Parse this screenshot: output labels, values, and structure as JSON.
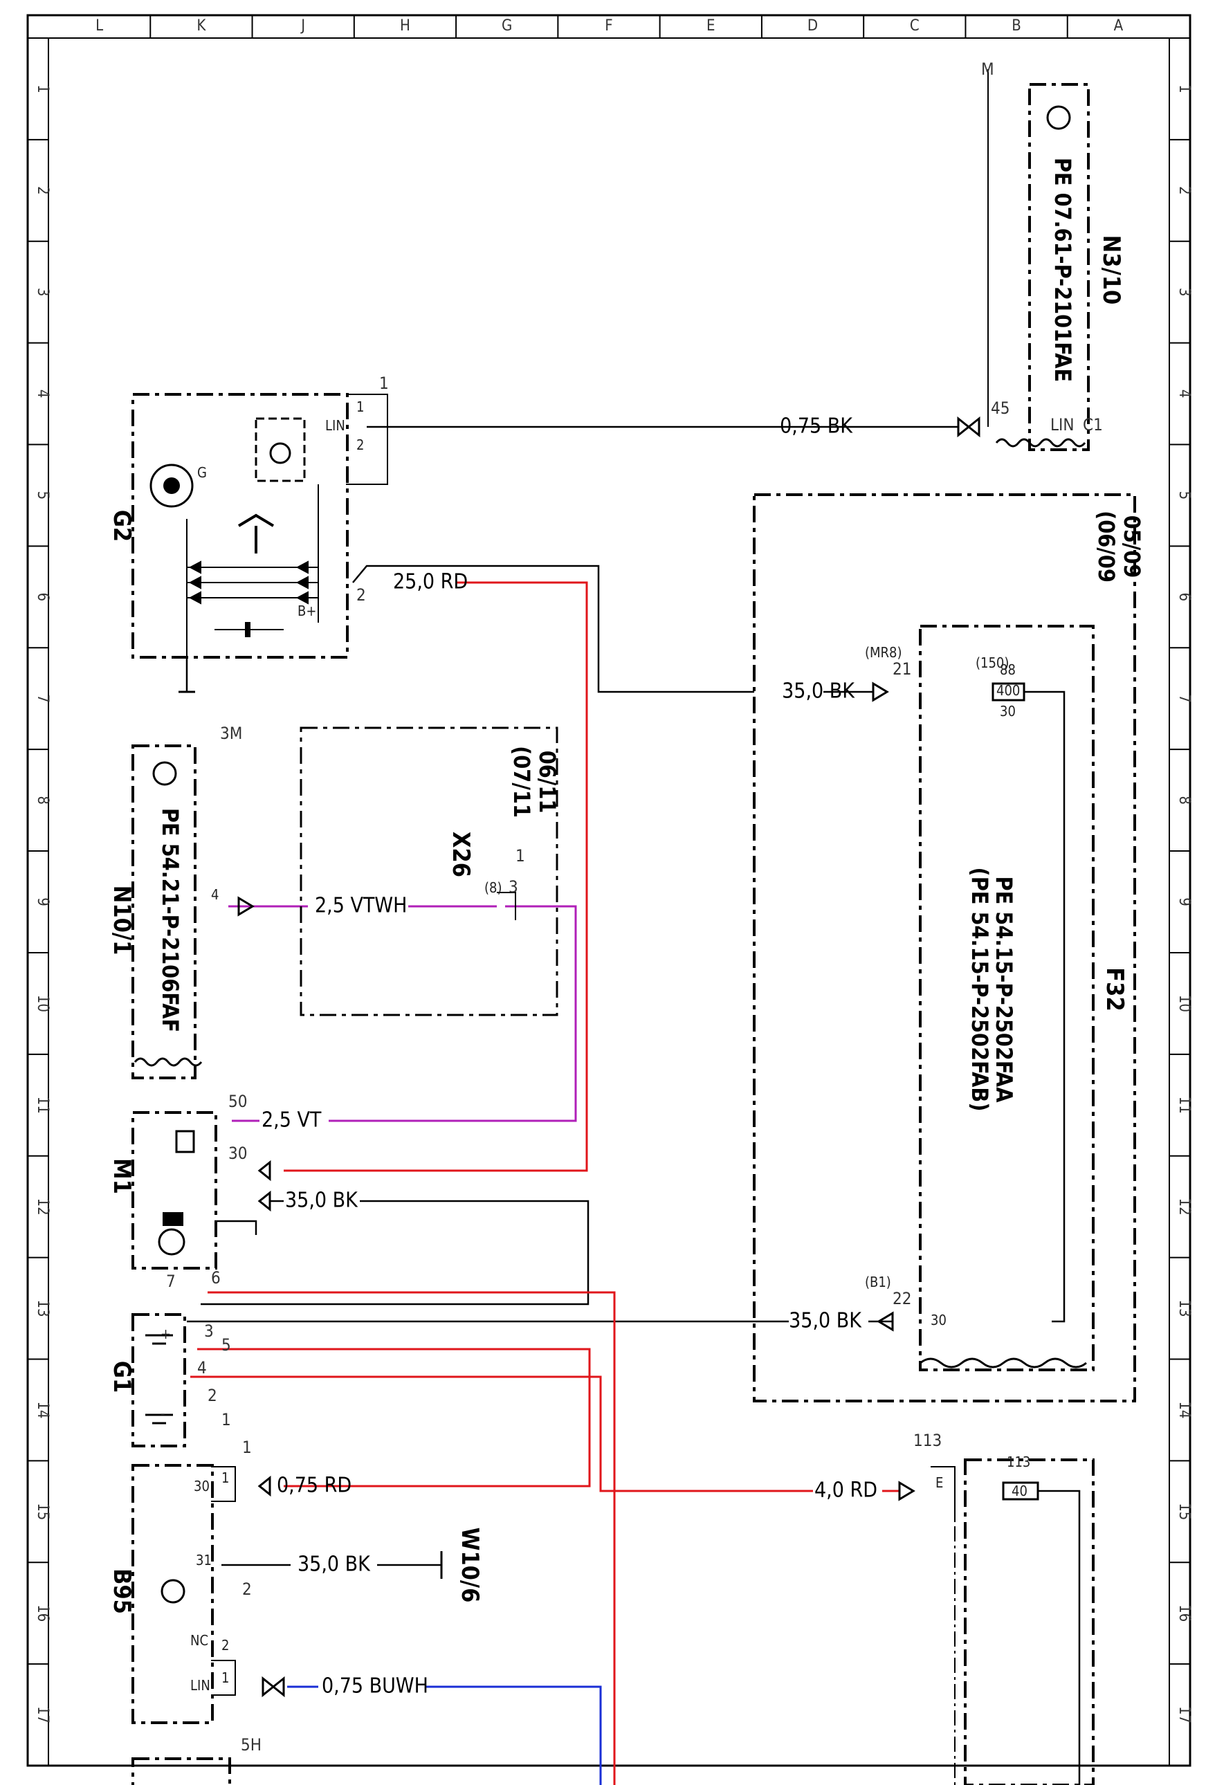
{
  "grid": {
    "columns": [
      "L",
      "K",
      "J",
      "H",
      "G",
      "F",
      "E",
      "D",
      "C",
      "B",
      "A"
    ],
    "rows": [
      "1",
      "2",
      "3",
      "4",
      "5",
      "6",
      "7",
      "8",
      "9",
      "10",
      "11",
      "12",
      "13",
      "14",
      "15",
      "16",
      "17"
    ]
  },
  "components": {
    "N3_10": {
      "id": "N3/10",
      "ref": "PE 07.61-P-2101FAE",
      "pins": [
        "LIN",
        "C1",
        "45",
        "M"
      ]
    },
    "G2": {
      "id": "G2",
      "pins": [
        "LIN",
        "1",
        "2",
        "G",
        "B+",
        "1",
        "2"
      ]
    },
    "F32": {
      "id": "F32",
      "refs": [
        "PE 54.15-P-2502FAA",
        "(PE 54.15-P-2502FAB)"
      ],
      "validity": [
        "05/09",
        "(06/09"
      ],
      "pins": [
        "21",
        "(MR8)",
        "88",
        "(150)",
        "400",
        "30",
        "22",
        "(B1)",
        "30"
      ]
    },
    "X26": {
      "id": "X26",
      "validity": [
        "06/11",
        "(07/11"
      ],
      "pins": [
        "1",
        "3",
        "(8)"
      ]
    },
    "N10_1": {
      "id": "N10/1",
      "ref": "PE 54.21-P-2106FAF",
      "pins": [
        "4",
        "3M"
      ]
    },
    "M1": {
      "id": "M1",
      "pins": [
        "50",
        "30"
      ]
    },
    "G1": {
      "id": "G1",
      "pins": [
        "6",
        "7",
        "3",
        "5",
        "4",
        "2",
        "1",
        "+",
        "-"
      ]
    },
    "B95": {
      "id": "B95",
      "pins": [
        "30",
        "1",
        "31",
        "NC",
        "2",
        "LIN",
        "1",
        "1",
        "2",
        "5H"
      ]
    },
    "W10_6": {
      "id": "W10/6"
    },
    "F32_lower": {
      "pins": [
        "113",
        "E",
        "113",
        "40"
      ]
    }
  },
  "wires": {
    "n3_lin": "0,75 BK",
    "g2_b": "25,0 RD",
    "f32_in": "35,0 BK",
    "x26": "2,5 VTWH",
    "m1_50": "2,5 VT",
    "m1_gnd": "35,0 BK",
    "f32_22": "35,0 BK",
    "b95_30": "0,75 RD",
    "f32_e": "4,0 RD",
    "b95_31": "35,0 BK",
    "b95_lin": "0,75 BUWH"
  },
  "colors": {
    "black": "#000000",
    "red": "#e0161b",
    "violet": "#b020b8",
    "blue": "#1a2fd6"
  }
}
